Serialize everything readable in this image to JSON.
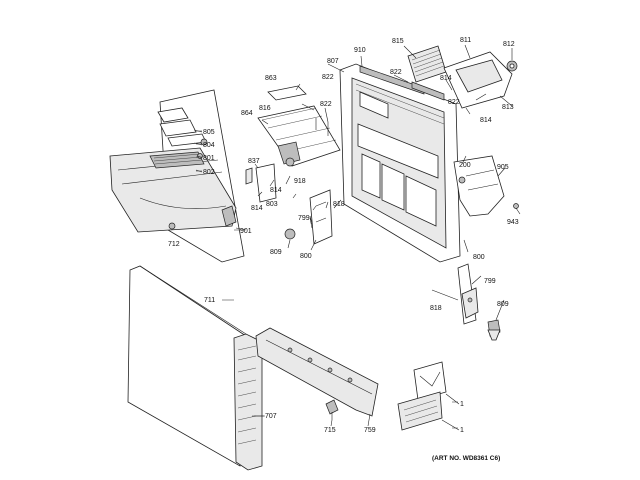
{
  "diagram": {
    "part_labels": {
      "p910": "910",
      "p815": "815",
      "p811": "811",
      "p812": "812",
      "p807": "807",
      "p822a": "822",
      "p814a": "814",
      "p822b": "822",
      "p813": "813",
      "p814b": "814",
      "p863": "863",
      "p864": "864",
      "p816": "816",
      "p822c": "822",
      "p822d": "822",
      "p805": "805",
      "p804": "804",
      "p801": "801",
      "p802": "802",
      "p837": "837",
      "p814c": "814",
      "p918": "918",
      "p803": "803",
      "p814d": "814",
      "p200": "200",
      "p905": "905",
      "p943": "943",
      "p818a": "818",
      "p799a": "799",
      "p809a": "809",
      "p800a": "800",
      "p712": "712",
      "p901": "901",
      "p800b": "800",
      "p799b": "799",
      "p818b": "818",
      "p809b": "809",
      "p711": "711",
      "p707": "707",
      "p715": "715",
      "p759": "759",
      "p1a": "1",
      "p1b": "1"
    },
    "art_number": "(ART NO. WD8361 C6)"
  }
}
